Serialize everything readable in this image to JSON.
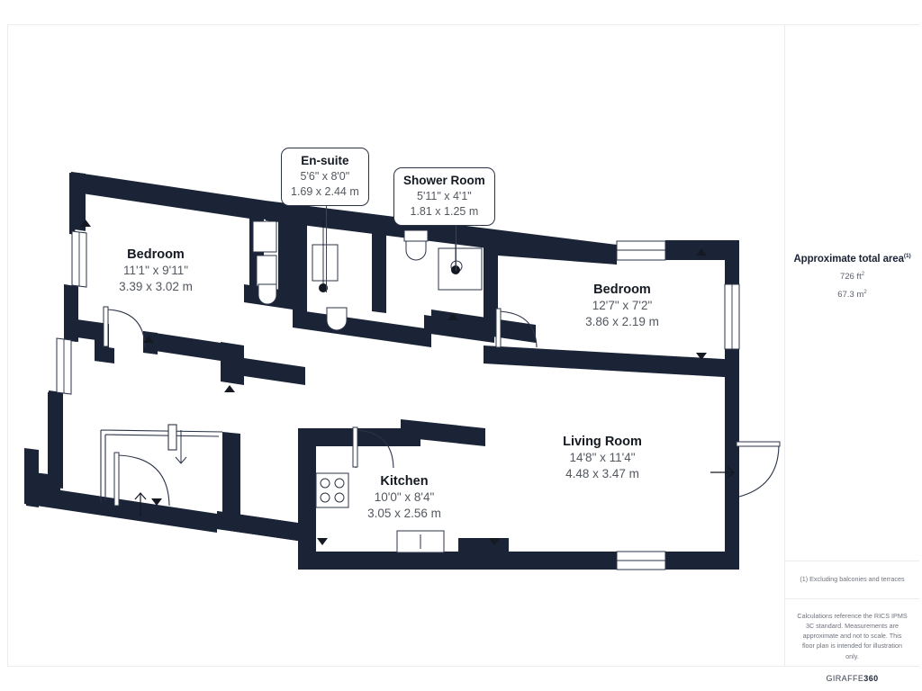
{
  "floorplan": {
    "rooms": [
      {
        "id": "bedroom-1",
        "name": "Bedroom",
        "dim_imperial": "11'1\" x 9'11\"",
        "dim_metric": "3.39 x 3.02 m"
      },
      {
        "id": "bedroom-2",
        "name": "Bedroom",
        "dim_imperial": "12'7\" x 7'2\"",
        "dim_metric": "3.86 x 2.19 m"
      },
      {
        "id": "living",
        "name": "Living Room",
        "dim_imperial": "14'8\" x 11'4\"",
        "dim_metric": "4.48 x 3.47 m"
      },
      {
        "id": "kitchen",
        "name": "Kitchen",
        "dim_imperial": "10'0\" x 8'4\"",
        "dim_metric": "3.05 x 2.56 m"
      }
    ],
    "callouts": [
      {
        "id": "ensuite",
        "name": "En-suite",
        "dim_imperial": "5'6\" x 8'0\"",
        "dim_metric": "1.69 x 2.44 m"
      },
      {
        "id": "shower",
        "name": "Shower Room",
        "dim_imperial": "5'11\" x 4'1\"",
        "dim_metric": "1.81 x 1.25 m"
      }
    ],
    "colors": {
      "wall": "#1b2437",
      "label_name": "#141922",
      "label_dim": "#53585f",
      "canvas": "#ffffff",
      "border": "#ececed"
    }
  },
  "sidebar": {
    "area_title": "Approximate total area",
    "area_title_note": "(1)",
    "area_sqft": "726 ft",
    "area_sqft_unit": "2",
    "area_sqm": "67.3 m",
    "area_sqm_unit": "2",
    "footnote": "(1) Excluding balconies and terraces",
    "disclaimer": "Calculations reference the RICS IPMS 3C standard. Measurements are approximate and not to scale. This floor plan is intended for illustration only.",
    "brand_light": "GIRAFFE",
    "brand_bold": "360"
  }
}
